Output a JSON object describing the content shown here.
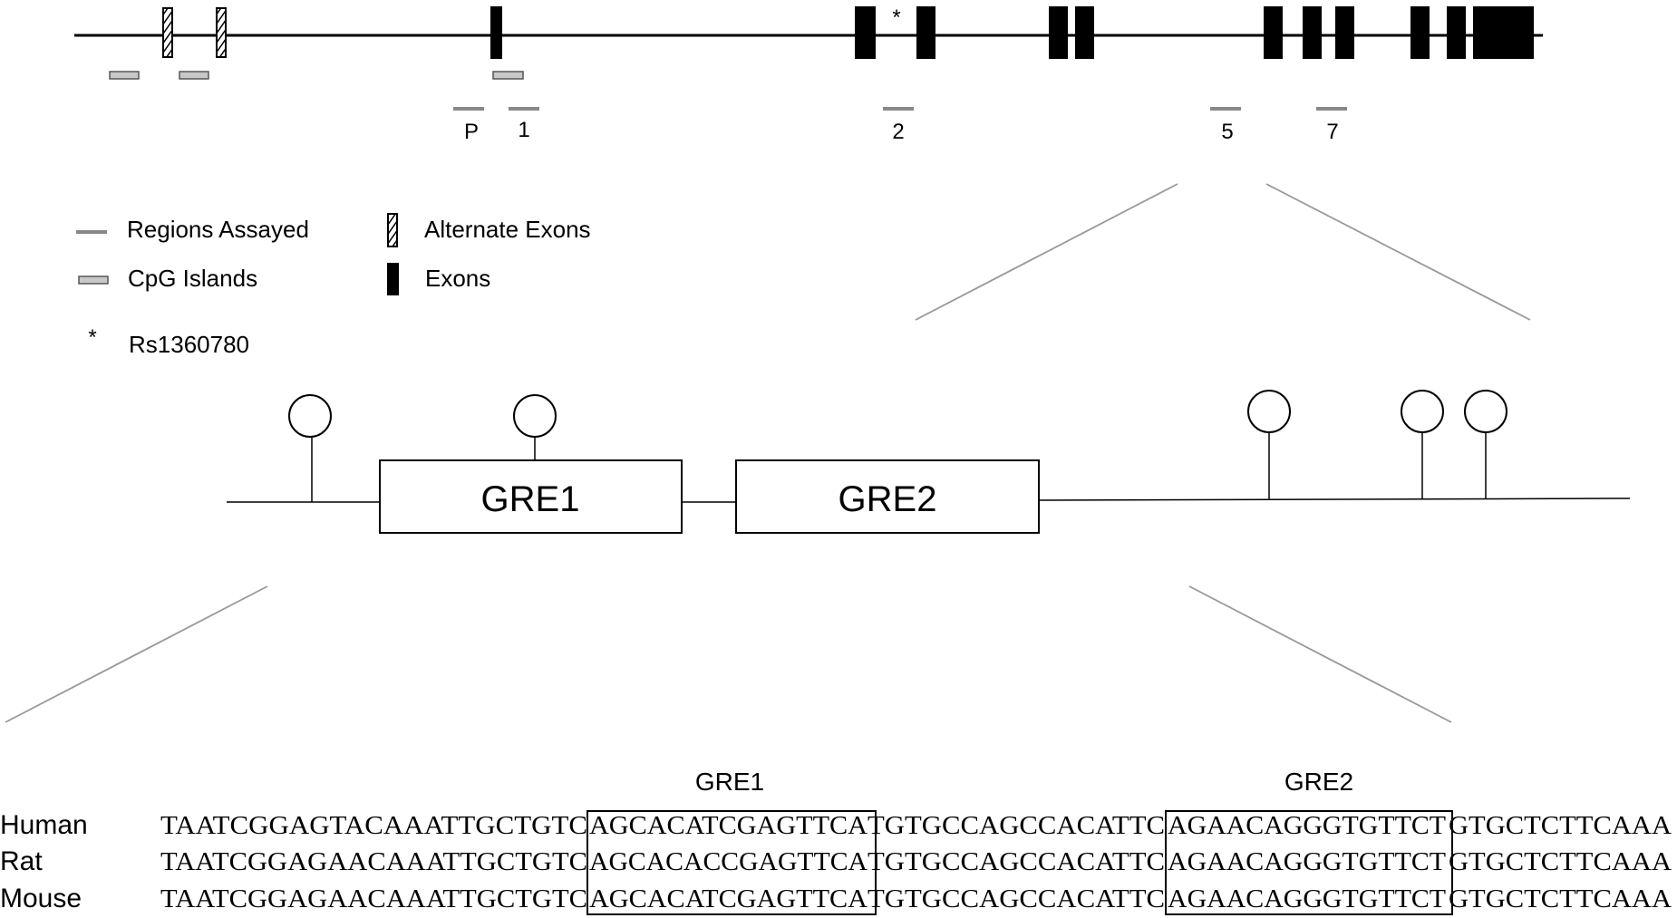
{
  "gene_map": {
    "snp_marker": "*",
    "region_labels": [
      "P",
      "1",
      "2",
      "5",
      "7"
    ]
  },
  "legend": {
    "regions_assayed": "Regions Assayed",
    "cpg_islands": "CpG Islands",
    "snp_symbol": "*",
    "snp_label": "Rs1360780",
    "alternate_exons": "Alternate Exons",
    "exons": "Exons"
  },
  "zoom": {
    "gre1_label": "GRE1",
    "gre2_label": "GRE2"
  },
  "alignment": {
    "gre1_label": "GRE1",
    "gre2_label": "GRE2",
    "rows": [
      {
        "species": "Human",
        "pre": "TAATCGGAGTACAAATTGCTGTC",
        "gre1": "AGCACATCGAGTTCA",
        "mid": "TGTGCCAGCCACATTC",
        "gre2": "AGAACAGGGTGTTCT",
        "post": "GTGCTCTTCAAA"
      },
      {
        "species": "Rat",
        "pre": "TAATCGGAGAACAAATTGCTGTC",
        "gre1": "AGCACACCGAGTTCA",
        "mid": "TGTGCCAGCCACATTC",
        "gre2": "AGAACAGGGTGTTCT",
        "post": "GTGCTCTTCAAA"
      },
      {
        "species": "Mouse",
        "pre": "TAATCGGAGAACAAATTGCTGTC",
        "gre1": "AGCACATCGAGTTCA",
        "mid": "TGTGCCAGCCACATTC",
        "gre2": "AGAACAGGGTGTTCT",
        "post": "GTGCTCTTCAAA"
      }
    ]
  },
  "colors": {
    "line": "#000000",
    "gray_bar": "#888888",
    "cpg_fill": "#c8c8c8",
    "zoom_line": "#999999"
  }
}
